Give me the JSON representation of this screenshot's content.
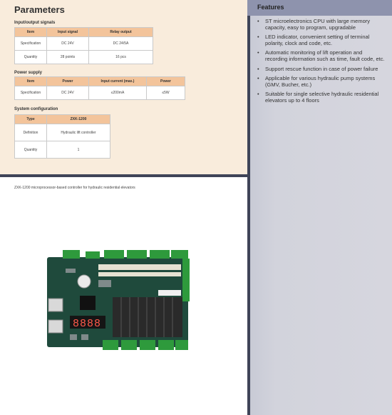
{
  "parameters": {
    "title": "Parameters",
    "io": {
      "title": "Input/output signals",
      "headers": [
        "Item",
        "Input signal",
        "Relay output"
      ],
      "rows": [
        [
          "Specification",
          "DC 24V",
          "DC 24/5A"
        ],
        [
          "Quantity",
          "28 points",
          "16 pcs"
        ]
      ]
    },
    "power": {
      "title": "Power supply",
      "headers": [
        "Item",
        "Power",
        "Input current (max.)",
        "Power"
      ],
      "rows": [
        [
          "Specification",
          "DC 24V",
          "≤200mA",
          "≤5W"
        ]
      ]
    },
    "config": {
      "title": "System configuration",
      "headers": [
        "Type",
        "ZXK-1200"
      ],
      "rows": [
        [
          "Definition",
          "Hydraulic lift controller"
        ],
        [
          "Quantity",
          "1"
        ]
      ]
    }
  },
  "features": {
    "title": "Features",
    "bullet": "•",
    "items": [
      "ST microelectronics CPU with large memory capacity, easy to program, upgradable",
      "LED indicator, convenient setting of terminal polarity, clock and code, etc.",
      "Automatic monitoring of lift operation and recording information such as time, fault code, etc.",
      "Support rescue function in case of power failure",
      "Applicable for various hydraulic pump systems (GMV, Bucher, etc.)",
      "Suitable for single selective hydraulic residential elevators up to 4 floors"
    ]
  },
  "photo": {
    "caption": "ZXK-1200 microprocessor-based controller for hydraulic residential elevators",
    "display_digits": "8888"
  },
  "colors": {
    "panel_beige": "#f9ecdc",
    "table_header": "#f3c49b",
    "features_bg": "#d2d3dc",
    "features_header": "#8e93ad",
    "divider": "#3f4458",
    "pcb_green": "#1f4a3c",
    "terminal_green": "#2e9a3c"
  }
}
